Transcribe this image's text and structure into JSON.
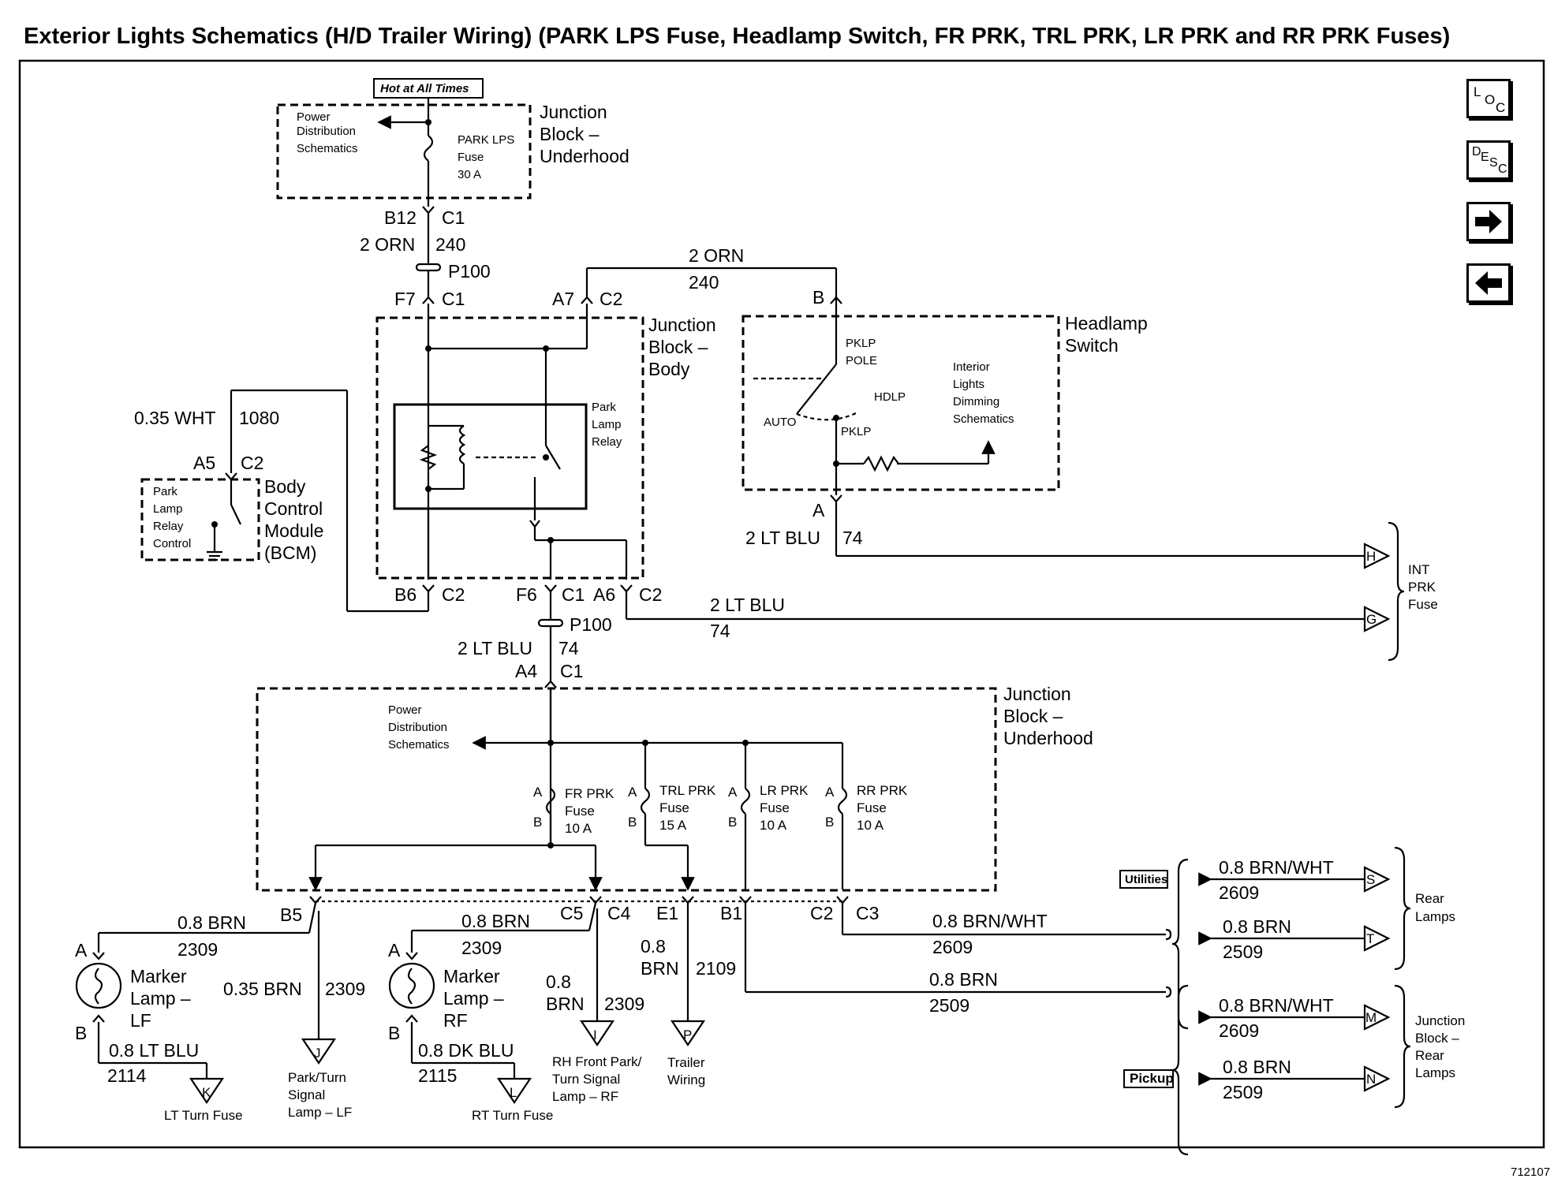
{
  "title": "Exterior Lights Schematics (H/D Trailer Wiring) (PARK LPS Fuse, Headlamp Switch, FR PRK, TRL PRK, LR PRK and RR PRK Fuses)",
  "nav": {
    "loc": [
      "L",
      "O",
      "C"
    ],
    "desc": [
      "D",
      "E",
      "S",
      "C"
    ],
    "next": "forward-arrow",
    "prev": "back-arrow"
  },
  "labels": {
    "hot_at_all_times": "Hot at All Times",
    "pds_top": [
      "Power",
      "Distribution",
      "Schematics"
    ],
    "park_lps_fuse": [
      "PARK LPS",
      "Fuse",
      "30 A"
    ],
    "jb_underhood_top": [
      "Junction",
      "Block –",
      "Underhood"
    ],
    "b12": "B12",
    "c1_top": "C1",
    "orn_2": "2 ORN",
    "w240": "240",
    "p100_top": "P100",
    "f7": "F7",
    "c1_f7": "C1",
    "a7": "A7",
    "c2_a7": "C2",
    "orn_2_right": "2 ORN",
    "w240_right": "240",
    "b_hs": "B",
    "jb_body": [
      "Junction",
      "Block –",
      "Body"
    ],
    "park_lamp_relay": [
      "Park",
      "Lamp",
      "Relay"
    ],
    "headlamp_switch": [
      "Headlamp",
      "Switch"
    ],
    "pklp_pole": [
      "PKLP",
      "POLE"
    ],
    "hdlp": "HDLP",
    "auto": "AUTO",
    "pklp": "PKLP",
    "interior_dimming": [
      "Interior",
      "Lights",
      "Dimming",
      "Schematics"
    ],
    "a_hs": "A",
    "lt_blu_2_a": "2 LT BLU",
    "w74_a": "74",
    "wht_035": "0.35 WHT",
    "w1080": "1080",
    "a5": "A5",
    "c2_a5": "C2",
    "bcm_relay_control": [
      "Park",
      "Lamp",
      "Relay",
      "Control"
    ],
    "bcm": [
      "Body",
      "Control",
      "Module",
      "(BCM)"
    ],
    "b6": "B6",
    "c2_b6": "C2",
    "f6": "F6",
    "c1_f6": "C1",
    "a6": "A6",
    "c2_a6": "C2",
    "lt_blu_2_b": "2 LT BLU",
    "w74_b": "74",
    "p100_bottom": "P100",
    "lt_blu_2_c": "2 LT BLU",
    "w74_c": "74",
    "a4": "A4",
    "c1_a4": "C1",
    "int_prk_fuse": [
      "INT",
      "PRK",
      "Fuse"
    ],
    "pds_mid": [
      "Power",
      "Distribution",
      "Schematics"
    ],
    "jb_underhood_mid": [
      "Junction",
      "Block –",
      "Underhood"
    ],
    "fuse_fr": [
      "FR PRK",
      "Fuse",
      "10 A"
    ],
    "fuse_trl": [
      "TRL PRK",
      "Fuse",
      "15 A"
    ],
    "fuse_lr": [
      "LR PRK",
      "Fuse",
      "10 A"
    ],
    "fuse_rr": [
      "RR PRK",
      "Fuse",
      "10 A"
    ],
    "pin_a": "A",
    "pin_b": "B",
    "b5": "B5",
    "c5": "C5",
    "c4": "C4",
    "e1": "E1",
    "b1": "B1",
    "c2_bottom": "C2",
    "c3": "C3",
    "brn_08": "0.8 BRN",
    "w2309": "2309",
    "brn_035": "0.35 BRN",
    "brn_08_split": [
      "0.8",
      "BRN"
    ],
    "w2109": "2109",
    "brn_wht_08": "0.8 BRN/WHT",
    "w2609": "2609",
    "w2509": "2509",
    "marker_lf": [
      "Marker",
      "Lamp –",
      "LF"
    ],
    "marker_rf": [
      "Marker",
      "Lamp –",
      "RF"
    ],
    "lt_blu_08": "0.8 LT BLU",
    "w2114": "2114",
    "dk_blu_08": "0.8 DK BLU",
    "w2115": "2115",
    "lt_turn_fuse": "LT Turn Fuse",
    "rt_turn_fuse": "RT Turn Fuse",
    "park_turn_lf": [
      "Park/Turn",
      "Signal",
      "Lamp – LF"
    ],
    "rh_front": [
      "RH Front Park/",
      "Turn Signal",
      "Lamp – RF"
    ],
    "trailer_wiring": [
      "Trailer",
      "Wiring"
    ],
    "utilities": "Utilities",
    "pickup": "Pickup",
    "rear_lamps": [
      "Rear",
      "Lamps"
    ],
    "jb_rear_lamps": [
      "Junction",
      "Block –",
      "Rear",
      "Lamps"
    ],
    "conn_h": "H",
    "conn_g": "G",
    "conn_j": "J",
    "conn_k": "K",
    "conn_l": "L",
    "conn_i": "I",
    "conn_p": "P",
    "conn_s": "S",
    "conn_t": "T",
    "conn_m": "M",
    "conn_n": "N",
    "doc_id": "712107"
  }
}
